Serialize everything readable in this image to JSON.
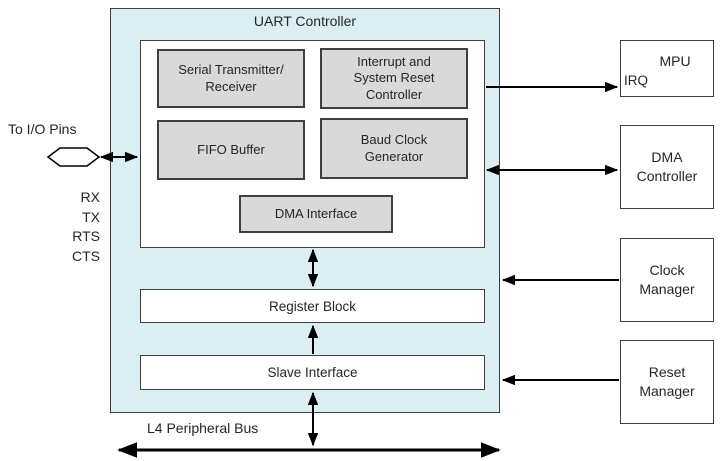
{
  "colors": {
    "container-fill": "#daeef3",
    "block-fill": "#d9d9d9",
    "box-border": "#3f3f3f",
    "text": "#262626",
    "arrow": "#000000"
  },
  "uart": {
    "title": "UART Controller",
    "blocks": {
      "serial": "Serial Transmitter/\nReceiver",
      "interrupt": "Interrupt and\nSystem Reset\nController",
      "fifo": "FIFO Buffer",
      "baud": "Baud Clock\nGenerator",
      "dma_interface": "DMA Interface"
    },
    "register_block": "Register Block",
    "slave_interface": "Slave Interface"
  },
  "io": {
    "label": "To I/O Pins",
    "signals": [
      "RX",
      "TX",
      "RTS",
      "CTS"
    ]
  },
  "external": {
    "mpu": "MPU",
    "mpu_port": "IRQ",
    "dma_controller": "DMA\nController",
    "clock_manager": "Clock\nManager",
    "reset_manager": "Reset\nManager"
  },
  "bus": {
    "label": "L4 Peripheral Bus"
  }
}
